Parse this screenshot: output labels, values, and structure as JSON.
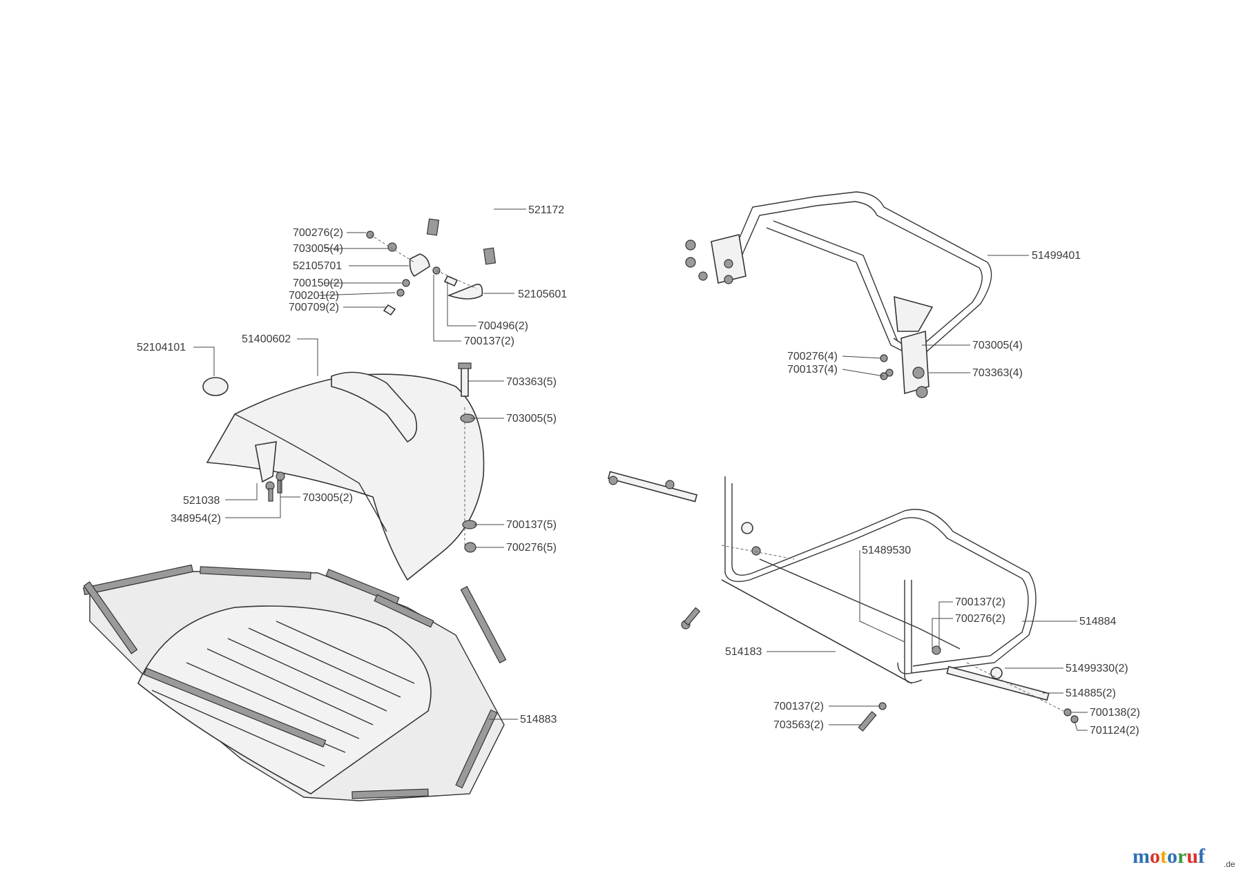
{
  "labels": {
    "p521172": "521172",
    "p700276_2a": "700276(2)",
    "p703005_4a": "703005(4)",
    "p52105701": "52105701",
    "p700150_2": "700150(2)",
    "p700201_2": "700201(2)",
    "p700709_2": "700709(2)",
    "p52105601": "52105601",
    "p700496_2": "700496(2)",
    "p700137_2a": "700137(2)",
    "p52104101": "52104101",
    "p51400602": "51400602",
    "p703363_5": "703363(5)",
    "p703005_5": "703005(5)",
    "p521038": "521038",
    "p703005_2": "703005(2)",
    "p348954_2": "348954(2)",
    "p700137_5": "700137(5)",
    "p700276_5": "700276(5)",
    "p514883": "514883",
    "p51499401": "51499401",
    "p703005_4b": "703005(4)",
    "p700276_4": "700276(4)",
    "p700137_4": "700137(4)",
    "p703363_4": "703363(4)",
    "p51489530": "51489530",
    "p700137_2b": "700137(2)",
    "p700276_2b": "700276(2)",
    "p514884": "514884",
    "p514183": "514183",
    "p51499330_2": "51499330(2)",
    "p514885_2": "514885(2)",
    "p700137_2c": "700137(2)",
    "p700138_2": "700138(2)",
    "p703563_2": "703563(2)",
    "p701124_2": "701124(2)"
  },
  "logo": {
    "main": "motoruf",
    "suffix": ".de",
    "colors": [
      "#2e6fb5",
      "#d9342b",
      "#f0a500",
      "#2e6fb5",
      "#3a9a3a",
      "#d9342b",
      "#2e6fb5"
    ]
  }
}
